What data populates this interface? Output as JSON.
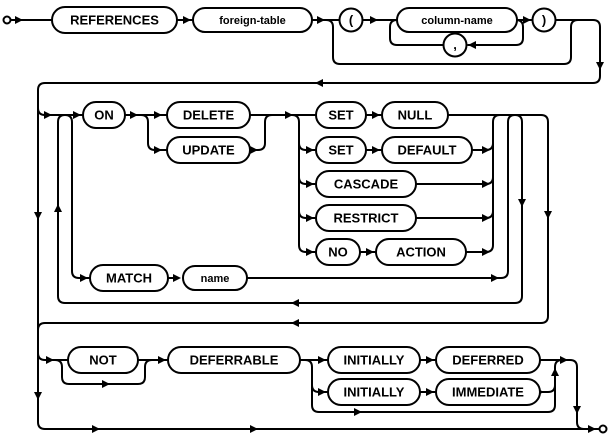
{
  "diagram": {
    "kind": "railroad-syntax-diagram",
    "colors": {
      "line": "#000000",
      "background": "#ffffff",
      "node_fill": "#ffffff"
    },
    "nodes": {
      "references": "REFERENCES",
      "foreign_table": "foreign-table",
      "open_paren": "(",
      "column_name": "column-name",
      "comma": ",",
      "close_paren": ")",
      "on": "ON",
      "delete": "DELETE",
      "update": "UPDATE",
      "set_1": "SET",
      "null": "NULL",
      "set_2": "SET",
      "default": "DEFAULT",
      "cascade": "CASCADE",
      "restrict": "RESTRICT",
      "no": "NO",
      "action": "ACTION",
      "match": "MATCH",
      "name": "name",
      "not": "NOT",
      "deferrable": "DEFERRABLE",
      "initially_1": "INITIALLY",
      "deferred": "DEFERRED",
      "initially_2": "INITIALLY",
      "immediate": "IMMEDIATE"
    }
  }
}
